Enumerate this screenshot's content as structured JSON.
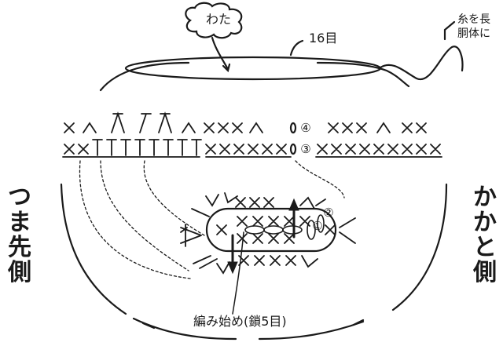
{
  "labels": {
    "stuffing_cloud": "わた",
    "stitch_count": "16目",
    "yarn_note_line1": "糸を長",
    "yarn_note_line2": "胴体に",
    "toe_side": "つま先側",
    "heel_side": "かかと側",
    "start_note": "編み始め(鎖5目)"
  },
  "round_markers": [
    "①",
    "②",
    "③",
    "④"
  ],
  "colors": {
    "ink": "#1a1a1a",
    "background": "#ffffff"
  },
  "symbols": {
    "single_crochet": "×",
    "decrease": "∧",
    "double_crochet": "T",
    "chain": "○"
  }
}
